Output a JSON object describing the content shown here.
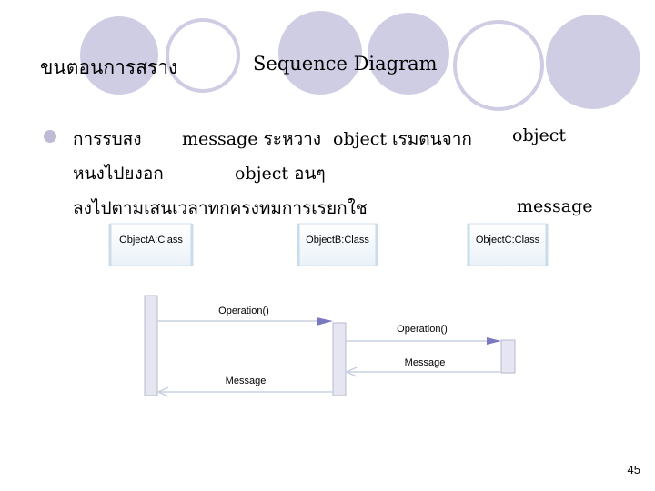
{
  "slide": {
    "heading_thai": "ขนตอนการสราง",
    "heading_title": "Sequence Diagram",
    "page_number": "45"
  },
  "bullet": {
    "line1_a": "การรบสง",
    "line1_b": "message ระหวาง",
    "line1_c": "object เรมตนจาก",
    "line1_d": "object",
    "line2_a": "หนงไปยงอก",
    "line2_b": "object อนๆ",
    "line3_a": "ลงไปตามเสนเวลาทกครงทมการเรยกใช",
    "line3_b": "message"
  },
  "diagram": {
    "objects": [
      "ObjectA:Class",
      "ObjectB:Class",
      "ObjectC:Class"
    ],
    "messages": [
      {
        "label": "Operation()",
        "from": "ObjectA:Class",
        "to": "ObjectB:Class",
        "kind": "call"
      },
      {
        "label": "Operation()",
        "from": "ObjectB:Class",
        "to": "ObjectC:Class",
        "kind": "call"
      },
      {
        "label": "Message",
        "from": "ObjectC:Class",
        "to": "ObjectB:Class",
        "kind": "return"
      },
      {
        "label": "Message",
        "from": "ObjectB:Class",
        "to": "ObjectA:Class",
        "kind": "return"
      }
    ]
  },
  "colors": {
    "decor_circle": "#cfcde3",
    "activation_fill": "#e6e6f2",
    "lifeline": "#c8dcea",
    "arrow": "#7a78c0"
  }
}
